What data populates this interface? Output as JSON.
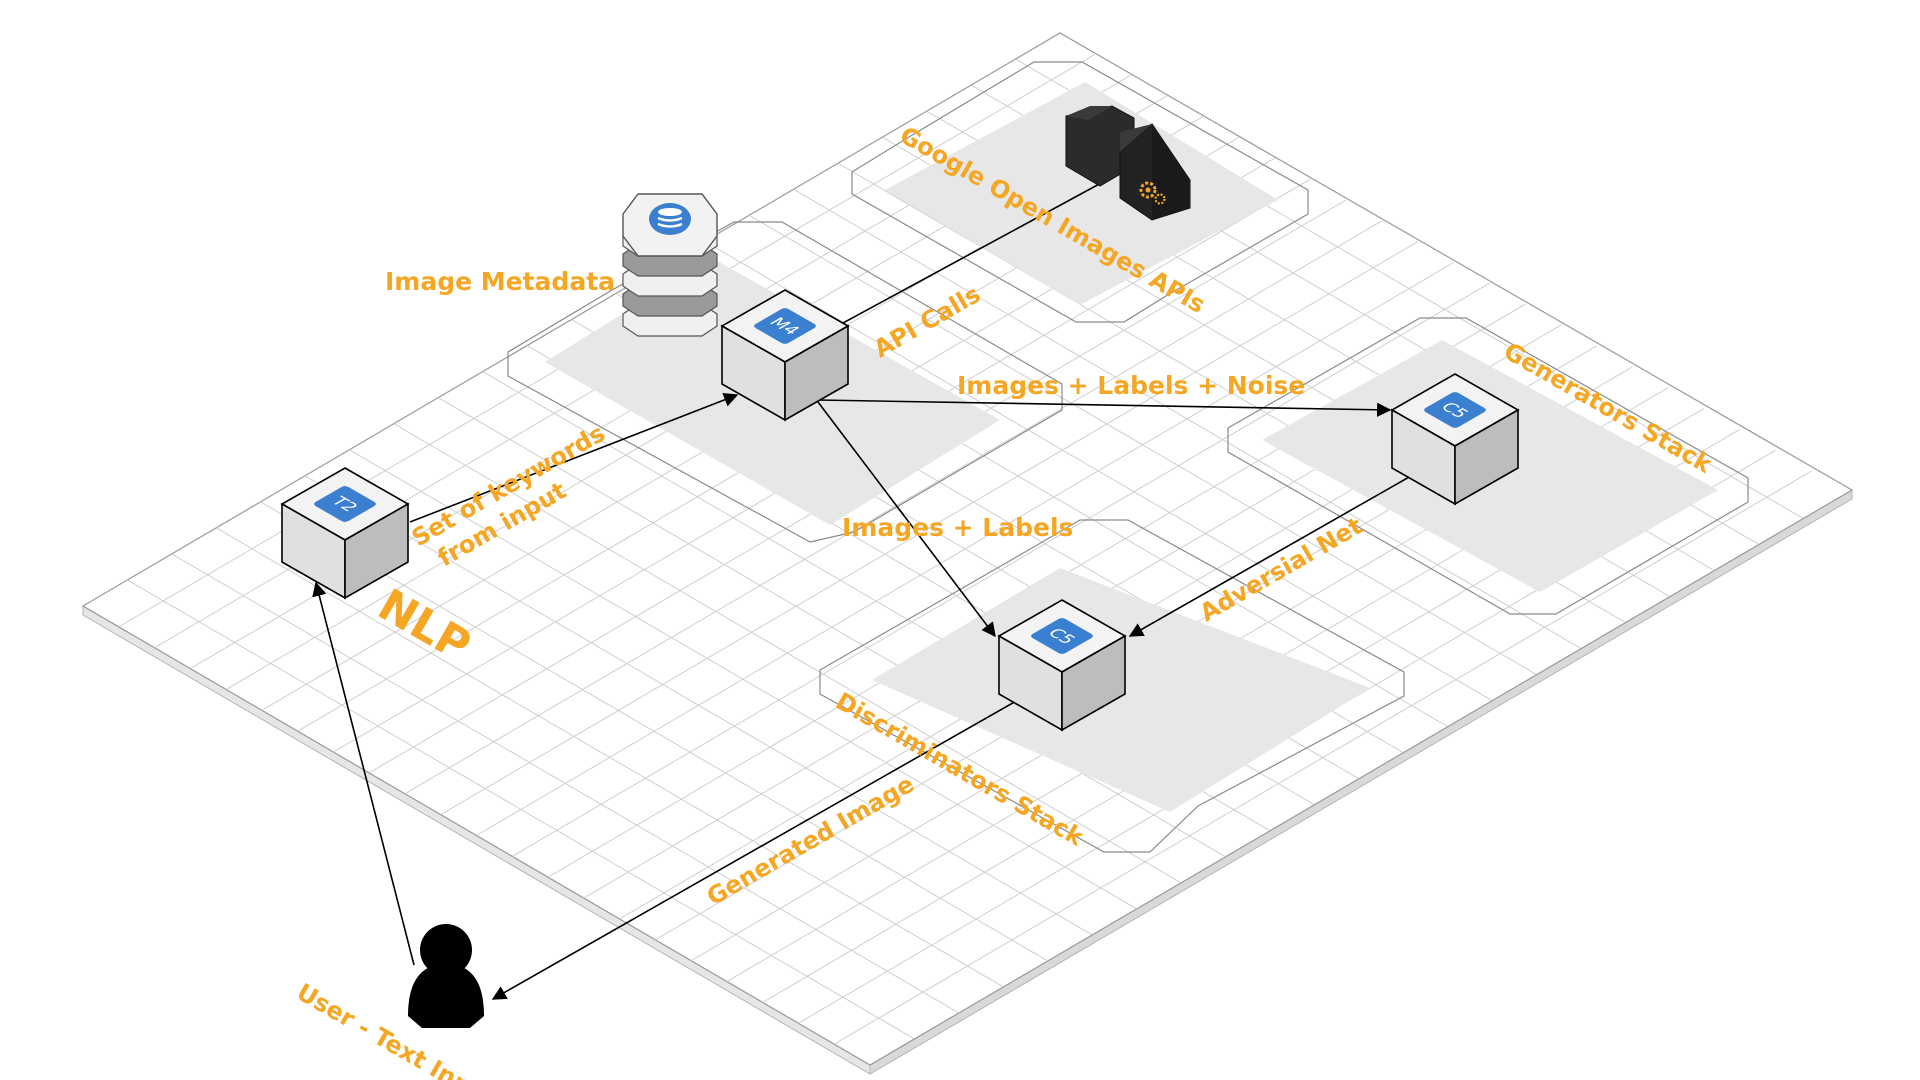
{
  "diagram": {
    "colors": {
      "label": "#f5a623",
      "chip": "#3b80d0",
      "grid_line": "#cfcfcf",
      "zone_border": "#8a8a8a",
      "zone_shade": "#e7e7e7",
      "edge": "#000000"
    },
    "nodes": {
      "nlp_instance": {
        "chip": "T2",
        "label": "NLP"
      },
      "metadata_instance": {
        "chip": "M4"
      },
      "generator_instance": {
        "chip": "C5"
      },
      "discriminator_instance": {
        "chip": "C5"
      },
      "database": {
        "label": "Image Metadata",
        "icon": "database-stack-icon"
      },
      "api_service": {
        "icon": "api-gear-icon"
      },
      "user": {
        "label": "User - Text Input",
        "icon": "user-icon"
      }
    },
    "zones": {
      "google_api": "Google Open Images APIs",
      "generators": "Generators Stack",
      "discriminators": "Discriminators Stack"
    },
    "edges": {
      "keywords_line1": "Set of keywords",
      "keywords_line2": "from input",
      "api_calls": "API Calls",
      "images_labels_noise": "Images + Labels + Noise",
      "images_labels": "Images + Labels",
      "adversial_net": "Adversial Net",
      "generated_image": "Generated Image"
    }
  }
}
